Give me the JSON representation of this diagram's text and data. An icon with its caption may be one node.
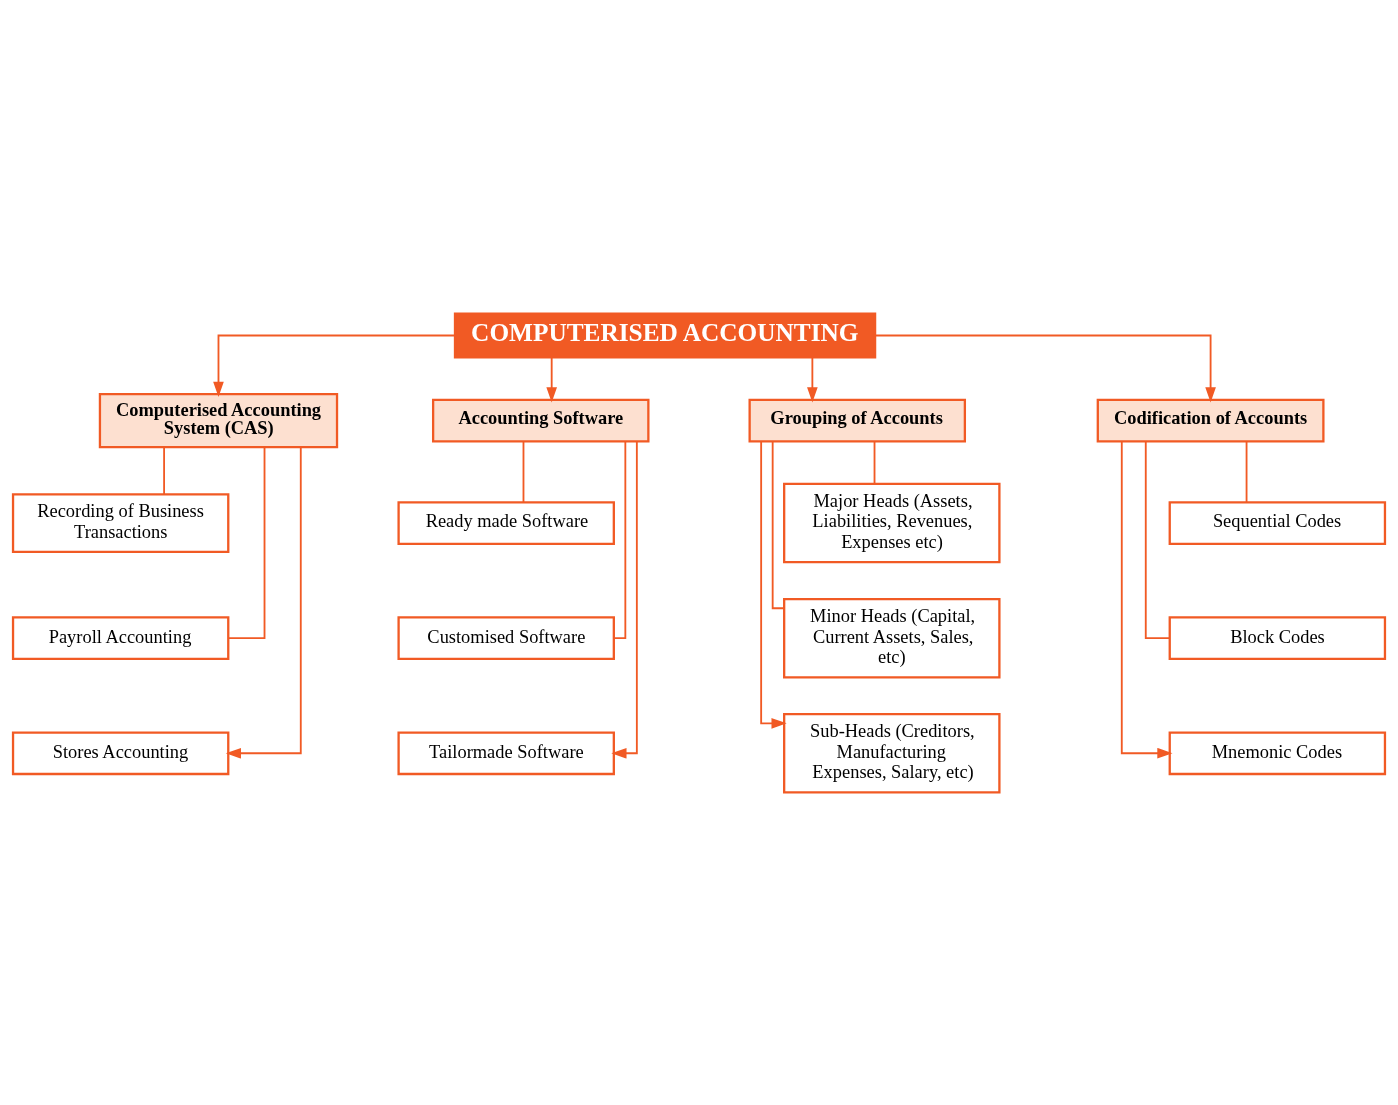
{
  "diagram": {
    "nodes": [
      {
        "text": [
          "COMPUTERISED ACCOUNTING"
        ]
      },
      {
        "text": [
          "Computerised Accounting System (CAS)"
        ]
      },
      {
        "text": [
          "Accounting Software"
        ]
      },
      {
        "text": [
          "Grouping of Accounts"
        ]
      },
      {
        "text": [
          "Codification of Accounts"
        ]
      },
      {
        "text": [
          "Recording of Business Transactions"
        ]
      },
      {
        "text": [
          "Payroll Accounting"
        ]
      },
      {
        "text": [
          "Stores Accounting"
        ]
      },
      {
        "text": [
          "Ready made Software"
        ]
      },
      {
        "text": [
          "Customised Software"
        ]
      },
      {
        "text": [
          "Tailormade Software"
        ]
      },
      {
        "text": [
          "Major Heads (Assets, Liabilities, Revenues, Expenses etc)"
        ]
      },
      {
        "text": [
          "Minor Heads (Capital, Current Assets, Sales, etc)"
        ]
      },
      {
        "text": [
          "Sub-Heads (Creditors, Manufacturing Expenses, Salary, etc)"
        ]
      },
      {
        "text": [
          "Sequential Codes"
        ]
      },
      {
        "text": [
          "Block Codes"
        ]
      },
      {
        "text": [
          "Mnemonic Codes"
        ]
      }
    ],
    "edges": [
      {
        "from": 0,
        "to": 1,
        "arrow": "to"
      },
      {
        "from": 0,
        "to": 2,
        "arrow": "to"
      },
      {
        "from": 0,
        "to": 3,
        "arrow": "to"
      },
      {
        "from": 0,
        "to": 4,
        "arrow": "to"
      },
      {
        "from": 1,
        "to": 5,
        "arrow": "none"
      },
      {
        "from": 1,
        "to": 6,
        "arrow": "none"
      },
      {
        "from": 1,
        "to": 7,
        "arrow": "to"
      },
      {
        "from": 2,
        "to": 8,
        "arrow": "none"
      },
      {
        "from": 2,
        "to": 9,
        "arrow": "none"
      },
      {
        "from": 2,
        "to": 10,
        "arrow": "to"
      },
      {
        "from": 3,
        "to": 11,
        "arrow": "none"
      },
      {
        "from": 3,
        "to": 12,
        "arrow": "none"
      },
      {
        "from": 3,
        "to": 13,
        "arrow": "to"
      },
      {
        "from": 4,
        "to": 14,
        "arrow": "none"
      },
      {
        "from": 4,
        "to": 15,
        "arrow": "none"
      },
      {
        "from": 4,
        "to": 16,
        "arrow": "to"
      }
    ]
  }
}
